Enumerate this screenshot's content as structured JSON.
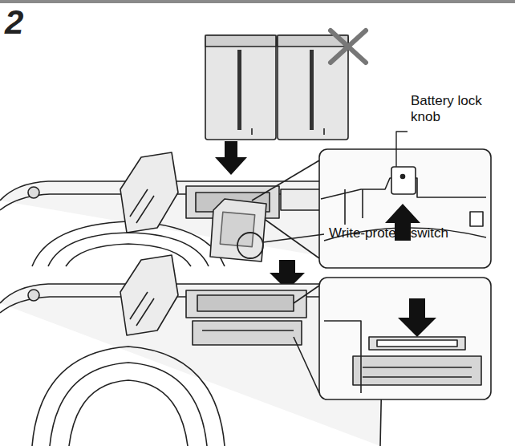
{
  "diagram": {
    "labels": [
      "2",
      "Battery lock knob",
      "Write-protect switch"
    ]
  }
}
